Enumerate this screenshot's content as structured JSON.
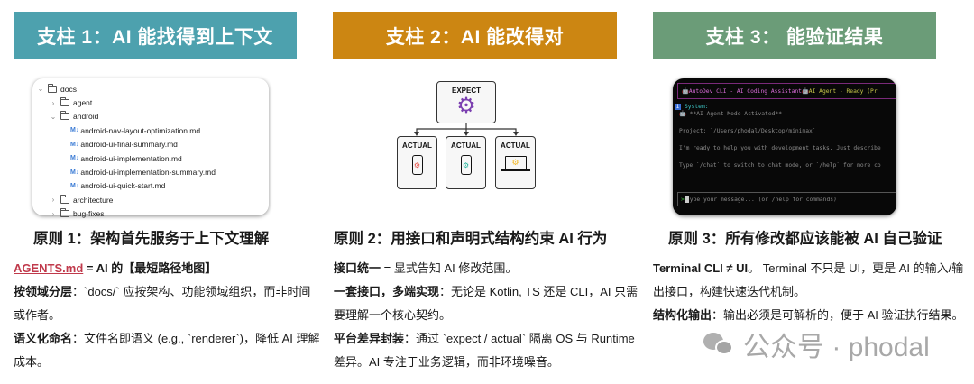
{
  "colors": {
    "pillar1": "#4da1ae",
    "pillar2": "#cc8612",
    "pillar3": "#6b9c78",
    "link": "#c0394b"
  },
  "pillars": [
    {
      "banner": "支柱 1：AI 能找得到上下文",
      "principle": "原则 1：架构首先服务于上下文理解",
      "file_tree": [
        {
          "indent": 0,
          "chevron": "⌄",
          "type": "folder",
          "name": "docs"
        },
        {
          "indent": 1,
          "chevron": "›",
          "type": "folder",
          "name": "agent"
        },
        {
          "indent": 1,
          "chevron": "⌄",
          "type": "folder",
          "name": "android"
        },
        {
          "indent": 2,
          "chevron": "",
          "type": "md",
          "name": "android-nav-layout-optimization.md"
        },
        {
          "indent": 2,
          "chevron": "",
          "type": "md",
          "name": "android-ui-final-summary.md"
        },
        {
          "indent": 2,
          "chevron": "",
          "type": "md",
          "name": "android-ui-implementation.md"
        },
        {
          "indent": 2,
          "chevron": "",
          "type": "md",
          "name": "android-ui-implementation-summary.md"
        },
        {
          "indent": 2,
          "chevron": "",
          "type": "md",
          "name": "android-ui-quick-start.md"
        },
        {
          "indent": 1,
          "chevron": "›",
          "type": "folder",
          "name": "architecture"
        },
        {
          "indent": 1,
          "chevron": "›",
          "type": "folder",
          "name": "bug-fixes"
        }
      ],
      "md_badge": "M↓",
      "lines": {
        "l1_link": "AGENTS.md",
        "l1_rest": " = AI 的【最短路径地图】",
        "l2_bold": "按领域分层",
        "l2_rest": "：`docs/` 应按架构、功能领域组织，而非时间或作者。",
        "l3_bold": "语义化命名",
        "l3_rest": "：文件名即语义 (e.g., `renderer`)，降低 AI 理解成本。"
      }
    },
    {
      "banner": "支柱 2：AI 能改得对",
      "principle": "原则 2：用接口和声明式结构约束 AI 行为",
      "diagram": {
        "expect_label": "EXPECT",
        "actual_label": "ACTUAL",
        "expect_gear": "⚙",
        "actual_gear": "⚙",
        "expect_color": "#7b3fb0",
        "actual_colors": [
          "#e8534a",
          "#1fb39a",
          "#f2b51d"
        ],
        "devices": [
          "phone",
          "phone",
          "laptop"
        ]
      },
      "lines": {
        "l1_bold": "接口统一",
        "l1_rest": " = 显式告知 AI 修改范围。",
        "l2_bold": "一套接口，多端实现",
        "l2_rest": "：无论是 Kotlin, TS 还是 CLI，AI 只需要理解一个核心契约。",
        "l3_bold": "平台差异封装",
        "l3_rest": "：通过 `expect / actual` 隔离 OS 与 Runtime 差异。AI 专注于业务逻辑，而非环境噪音。"
      }
    },
    {
      "banner": "支柱 3： 能验证结果",
      "principle": "原则 3：所有修改都应该能被 AI 自己验证",
      "terminal": {
        "title_left": "AutoDev CLI - AI Coding Assistant",
        "title_right": "AI Agent - Ready (Pr",
        "robot": "🤖",
        "info_badge": "i",
        "system_label": "System:",
        "activated": "**AI Agent Mode Activated**",
        "project": "Project: `/Users/phodal/Desktop/minimax`",
        "ready": "I'm ready to help you with development tasks. Just describe",
        "type_hint": "Type `/chat` to switch to chat mode, or `/help` for more co",
        "prompt": ">",
        "input_placeholder": "ype your message... (or /help for commands)"
      },
      "lines": {
        "l1_bold": "Terminal CLI ≠ UI",
        "l1_rest": "。 Terminal 不只是 UI，更是 AI 的输入/输出接口，构建快速迭代机制。",
        "l2_bold": "结构化输出",
        "l2_rest": "：输出必须是可解析的，便于 AI 验证执行结果。"
      }
    }
  ],
  "watermark": {
    "icon": "wechat-icon",
    "text": "公众号 · phodal"
  }
}
